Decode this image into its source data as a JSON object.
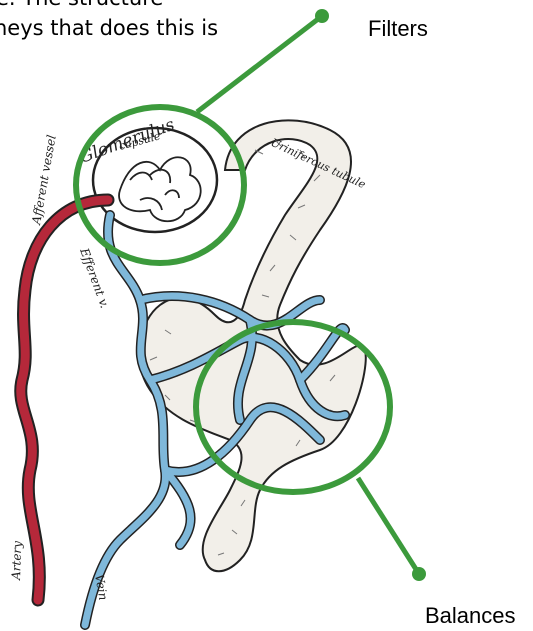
{
  "caption": {
    "line1": "e. The structure",
    "line2": "neys that does this is"
  },
  "labels": {
    "top": "Filters",
    "bottom": "Balances"
  },
  "illustration": {
    "glomerulus": "Glomerulus",
    "capsule": "capsule",
    "afferent_vessel": "Afferent vessel",
    "efferent_vessel": "Efferent v.",
    "uriniferous_tubule": "Uriniferous tubule",
    "artery": "Artery",
    "vein": "Vein"
  },
  "colors": {
    "annotation_green": "#3c9a3c",
    "artery_red": "#b5283a",
    "vein_blue": "#7fb8da",
    "outline": "#222222"
  }
}
